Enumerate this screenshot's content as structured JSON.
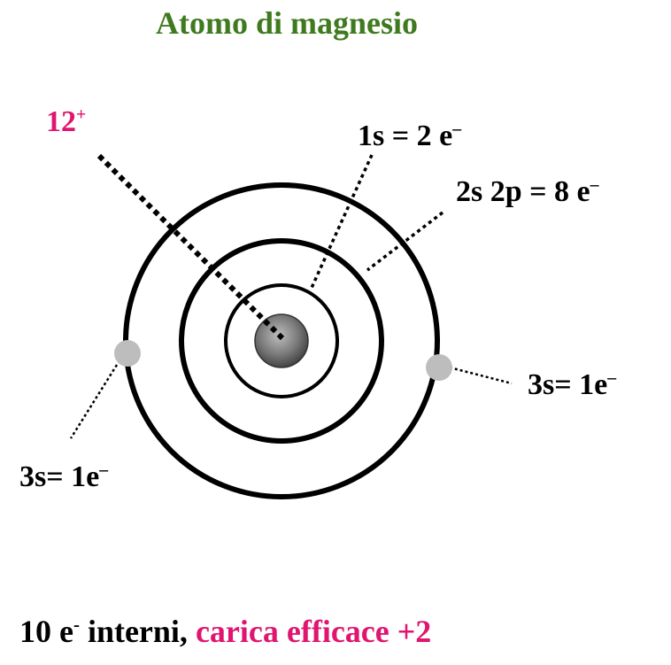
{
  "title": "Atomo di magnesio",
  "nucleus": {
    "charge": "12",
    "charge_sign": "+"
  },
  "shells": {
    "first": {
      "label": "1s = 2 e",
      "sign": "–"
    },
    "second": {
      "label": "2s 2p = 8 e",
      "sign": "–"
    },
    "third_right": {
      "label": "3s= 1e",
      "sign": "–"
    },
    "third_left": {
      "label": "3s= 1e",
      "sign": "–"
    }
  },
  "footer": {
    "count": "10 e",
    "sign": "-",
    "internal": " interni, ",
    "effective_charge": "carica efficace  +2"
  },
  "colors": {
    "title": "#3f7a1e",
    "accent": "#e0156f",
    "electron": "#bdbdbd",
    "nucleus": "#777777"
  }
}
